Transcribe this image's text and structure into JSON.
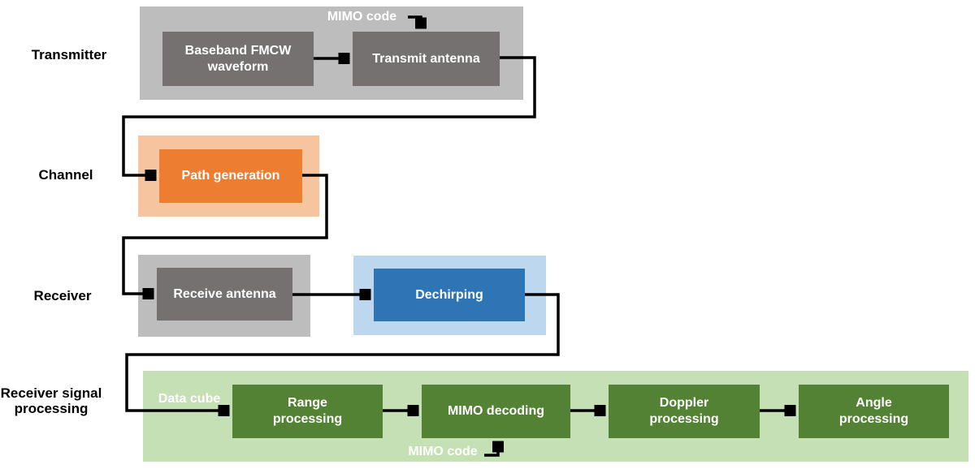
{
  "colors": {
    "canvas_bg": "#ffffff",
    "connector_line": "#000000",
    "block_text": "#ffffff",
    "label_text": "#000000",
    "gray_container": "#bdbdbd",
    "gray_block": "#767171",
    "orange_container": "#f6c5a0",
    "orange_block": "#ed7d31",
    "blue_container": "#bdd7ee",
    "blue_block": "#2e75b6",
    "green_container": "#c5e0b4",
    "green_block": "#548235"
  },
  "row_labels": {
    "transmitter": "Transmitter",
    "channel": "Channel",
    "receiver": "Receiver",
    "receiver_signal_processing": "Receiver signal\nprocessing"
  },
  "blocks": {
    "baseband_fmcw_waveform": "Baseband FMCW\nwaveform",
    "transmit_antenna": "Transmit antenna",
    "path_generation": "Path generation",
    "receive_antenna": "Receive antenna",
    "dechirping": "Dechirping",
    "range_processing": "Range\nprocessing",
    "mimo_decoding": "MIMO decoding",
    "doppler_processing": "Doppler\nprocessing",
    "angle_processing": "Angle\nprocessing"
  },
  "annotations": {
    "mimo_code_top": "MIMO code",
    "data_cube": "Data cube",
    "mimo_code_bottom": "MIMO code"
  }
}
